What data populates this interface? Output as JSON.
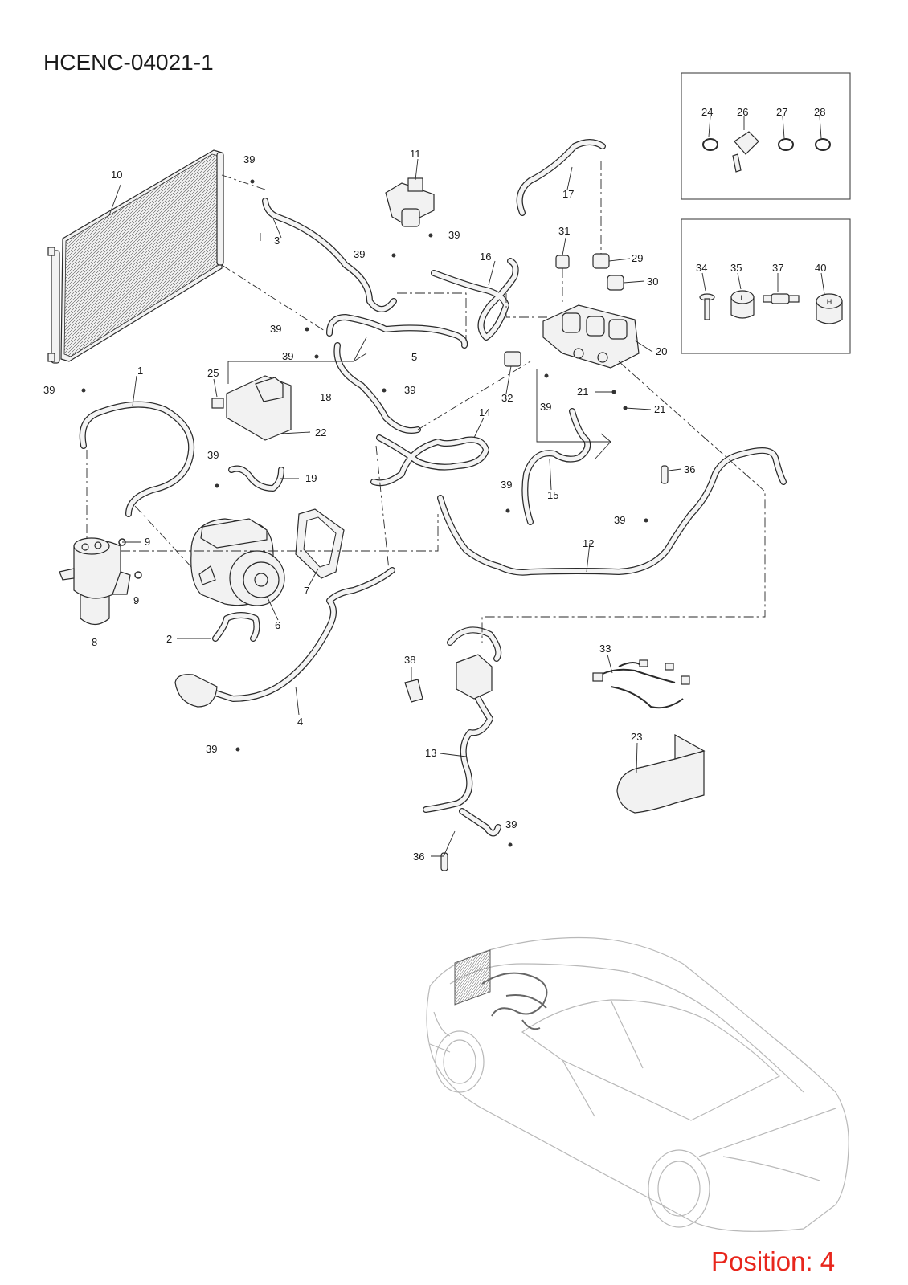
{
  "document": {
    "code": "HCENC-04021-1",
    "position_label": "Position: 4"
  },
  "callouts": {
    "c1": "1",
    "c2": "2",
    "c3": "3",
    "c4": "4",
    "c5": "5",
    "c6": "6",
    "c7": "7",
    "c8": "8",
    "c9": "9",
    "c10": "10",
    "c11": "11",
    "c12": "12",
    "c13": "13",
    "c14": "14",
    "c15": "15",
    "c16": "16",
    "c17": "17",
    "c18": "18",
    "c19": "19",
    "c20": "20",
    "c21": "21",
    "c22": "22",
    "c23": "23",
    "c24": "24",
    "c25": "25",
    "c26": "26",
    "c27": "27",
    "c28": "28",
    "c29": "29",
    "c30": "30",
    "c31": "31",
    "c32": "32",
    "c33": "33",
    "c34": "34",
    "c35": "35",
    "c36": "36",
    "c37": "37",
    "c38": "38",
    "c39": "39",
    "c40": "40"
  },
  "cap_marks": {
    "low": "L",
    "high": "H"
  },
  "colors": {
    "line": "#2a2a2a",
    "position_text": "#e8261c",
    "car_outline": "#b8b8b8"
  }
}
